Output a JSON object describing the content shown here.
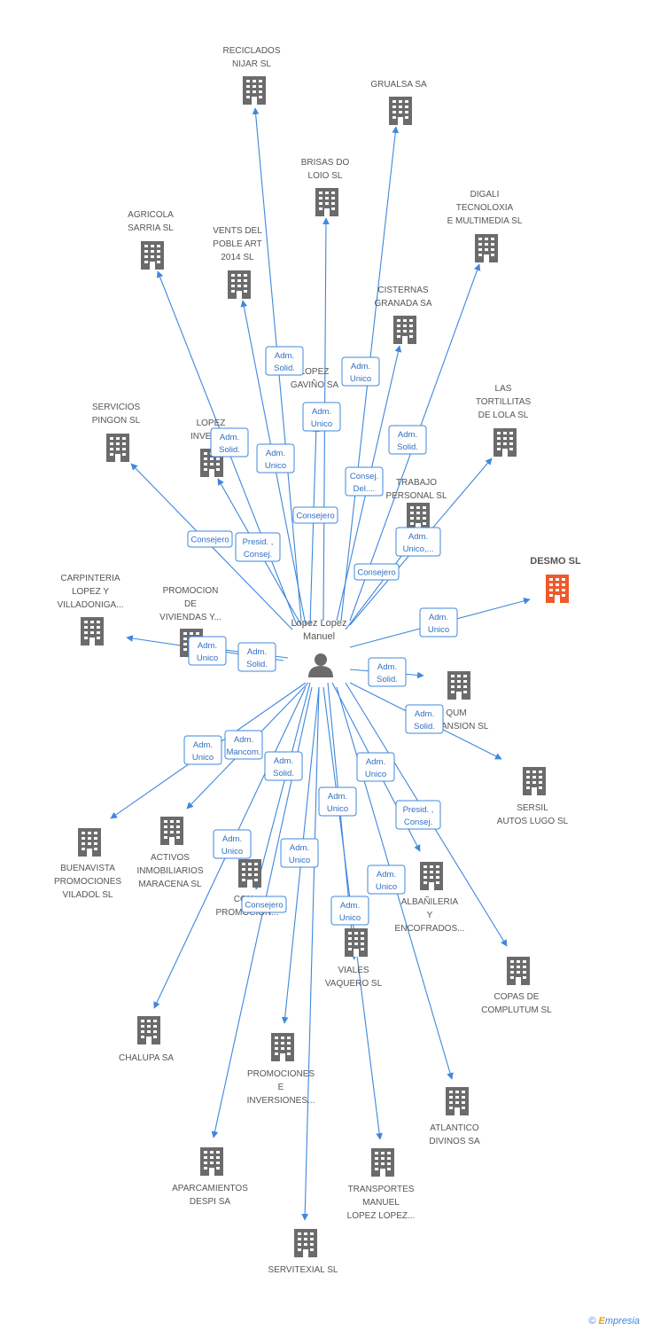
{
  "colors": {
    "edge": "#3f87dc",
    "building": "#6b6b6b",
    "highlight": "#f0592b",
    "text": "#555555"
  },
  "center": {
    "name_lines": [
      "Lopez Lopez",
      "Manuel"
    ],
    "icon": "person-icon"
  },
  "companies": [
    {
      "id": "reciclados",
      "lines": [
        "RECICLADOS",
        "NIJAR SL"
      ]
    },
    {
      "id": "grualsa",
      "lines": [
        "GRUALSA SA"
      ]
    },
    {
      "id": "brisas",
      "lines": [
        "BRISAS DO",
        "LOIO SL"
      ]
    },
    {
      "id": "digali",
      "lines": [
        "DIGALI",
        "TECNOLOXIA",
        "E MULTIMEDIA SL"
      ]
    },
    {
      "id": "agricola",
      "lines": [
        "AGRICOLA",
        "SARRIA SL"
      ]
    },
    {
      "id": "vents",
      "lines": [
        "VENTS DEL",
        "POBLE ART",
        "2014  SL"
      ]
    },
    {
      "id": "cisternas",
      "lines": [
        "CISTERNAS",
        "GRANADA SA"
      ]
    },
    {
      "id": "lopezgavino",
      "lines": [
        "LOPEZ",
        "GAVIÑO SA"
      ]
    },
    {
      "id": "servicios",
      "lines": [
        "SERVICIOS",
        "PINGON SL"
      ]
    },
    {
      "id": "lopezinvern",
      "lines": [
        "LOPEZ",
        "INVERN..."
      ]
    },
    {
      "id": "tortillitas",
      "lines": [
        "LAS",
        "TORTILLITAS",
        "DE LOLA  SL"
      ]
    },
    {
      "id": "trabajo",
      "lines": [
        "TRABAJO",
        "PERSONAL SL"
      ]
    },
    {
      "id": "desmo",
      "lines": [
        "DESMO SL"
      ],
      "highlight": true
    },
    {
      "id": "carpinteria",
      "lines": [
        "CARPINTERIA",
        "LOPEZ Y",
        "VILLADONIGA..."
      ]
    },
    {
      "id": "promocion1",
      "lines": [
        "PROMOCION",
        "DE",
        "VIVIENDAS Y..."
      ]
    },
    {
      "id": "qum",
      "lines": [
        "QUM",
        "EXPANSION SL"
      ]
    },
    {
      "id": "sersil",
      "lines": [
        "SERSIL",
        "AUTOS LUGO SL"
      ]
    },
    {
      "id": "buenavista",
      "lines": [
        "BUENAVISTA",
        "PROMOCIONES",
        "VILADOL SL"
      ]
    },
    {
      "id": "activos",
      "lines": [
        "ACTIVOS",
        "INMOBILIARIOS",
        "MARACENA SL"
      ]
    },
    {
      "id": "con",
      "lines": [
        "CON...",
        "PROMOCION..."
      ]
    },
    {
      "id": "albanileria",
      "lines": [
        "ALBAÑILERIA",
        "Y",
        "ENCOFRADOS..."
      ]
    },
    {
      "id": "viales",
      "lines": [
        "VIALES",
        "VAQUERO  SL"
      ]
    },
    {
      "id": "copas",
      "lines": [
        "COPAS DE",
        "COMPLUTUM SL"
      ]
    },
    {
      "id": "chalupa",
      "lines": [
        "CHALUPA SA"
      ]
    },
    {
      "id": "promociones2",
      "lines": [
        "PROMOCIONES",
        "E",
        "INVERSIONES..."
      ]
    },
    {
      "id": "atlantico",
      "lines": [
        "ATLANTICO",
        "DIVINOS SA"
      ]
    },
    {
      "id": "aparcamientos",
      "lines": [
        "APARCAMIENTOS",
        "DESPI SA"
      ]
    },
    {
      "id": "transportes",
      "lines": [
        "TRANSPORTES",
        "MANUEL",
        "LOPEZ LOPEZ..."
      ]
    },
    {
      "id": "servitexial",
      "lines": [
        "SERVITEXIAL SL"
      ]
    }
  ],
  "roles": [
    {
      "lines": [
        "Adm.",
        "Solid."
      ]
    },
    {
      "lines": [
        "Adm.",
        "Unico"
      ]
    },
    {
      "lines": [
        "Adm.",
        "Unico"
      ]
    },
    {
      "lines": [
        "Adm.",
        "Solid."
      ]
    },
    {
      "lines": [
        "Adm.",
        "Unico"
      ]
    },
    {
      "lines": [
        "Adm.",
        "Solid."
      ]
    },
    {
      "lines": [
        "Consej.",
        "Del...."
      ]
    },
    {
      "lines": [
        "Consejero"
      ]
    },
    {
      "lines": [
        "Consejero"
      ]
    },
    {
      "lines": [
        "Presid. ,",
        "Consej."
      ]
    },
    {
      "lines": [
        "Adm.",
        "Unico,..."
      ]
    },
    {
      "lines": [
        "Consejero"
      ]
    },
    {
      "lines": [
        "Adm.",
        "Unico"
      ]
    },
    {
      "lines": [
        "Adm.",
        "Unico"
      ]
    },
    {
      "lines": [
        "Adm.",
        "Solid."
      ]
    },
    {
      "lines": [
        "Adm.",
        "Solid."
      ]
    },
    {
      "lines": [
        "Adm.",
        "Solid."
      ]
    },
    {
      "lines": [
        "Adm.",
        "Unico"
      ]
    },
    {
      "lines": [
        "Adm.",
        "Mancom."
      ]
    },
    {
      "lines": [
        "Adm.",
        "Solid."
      ]
    },
    {
      "lines": [
        "Adm.",
        "Unico"
      ]
    },
    {
      "lines": [
        "Adm.",
        "Unico"
      ]
    },
    {
      "lines": [
        "Presid. ,",
        "Consej."
      ]
    },
    {
      "lines": [
        "Adm.",
        "Unico"
      ]
    },
    {
      "lines": [
        "Adm.",
        "Unico"
      ]
    },
    {
      "lines": [
        "Consejero"
      ]
    },
    {
      "lines": [
        "Adm.",
        "Unico"
      ]
    },
    {
      "lines": [
        "Adm.",
        "Unico"
      ]
    }
  ],
  "footer": {
    "copyright": "©",
    "brand_initial": "E",
    "brand_rest": "mpresia"
  }
}
